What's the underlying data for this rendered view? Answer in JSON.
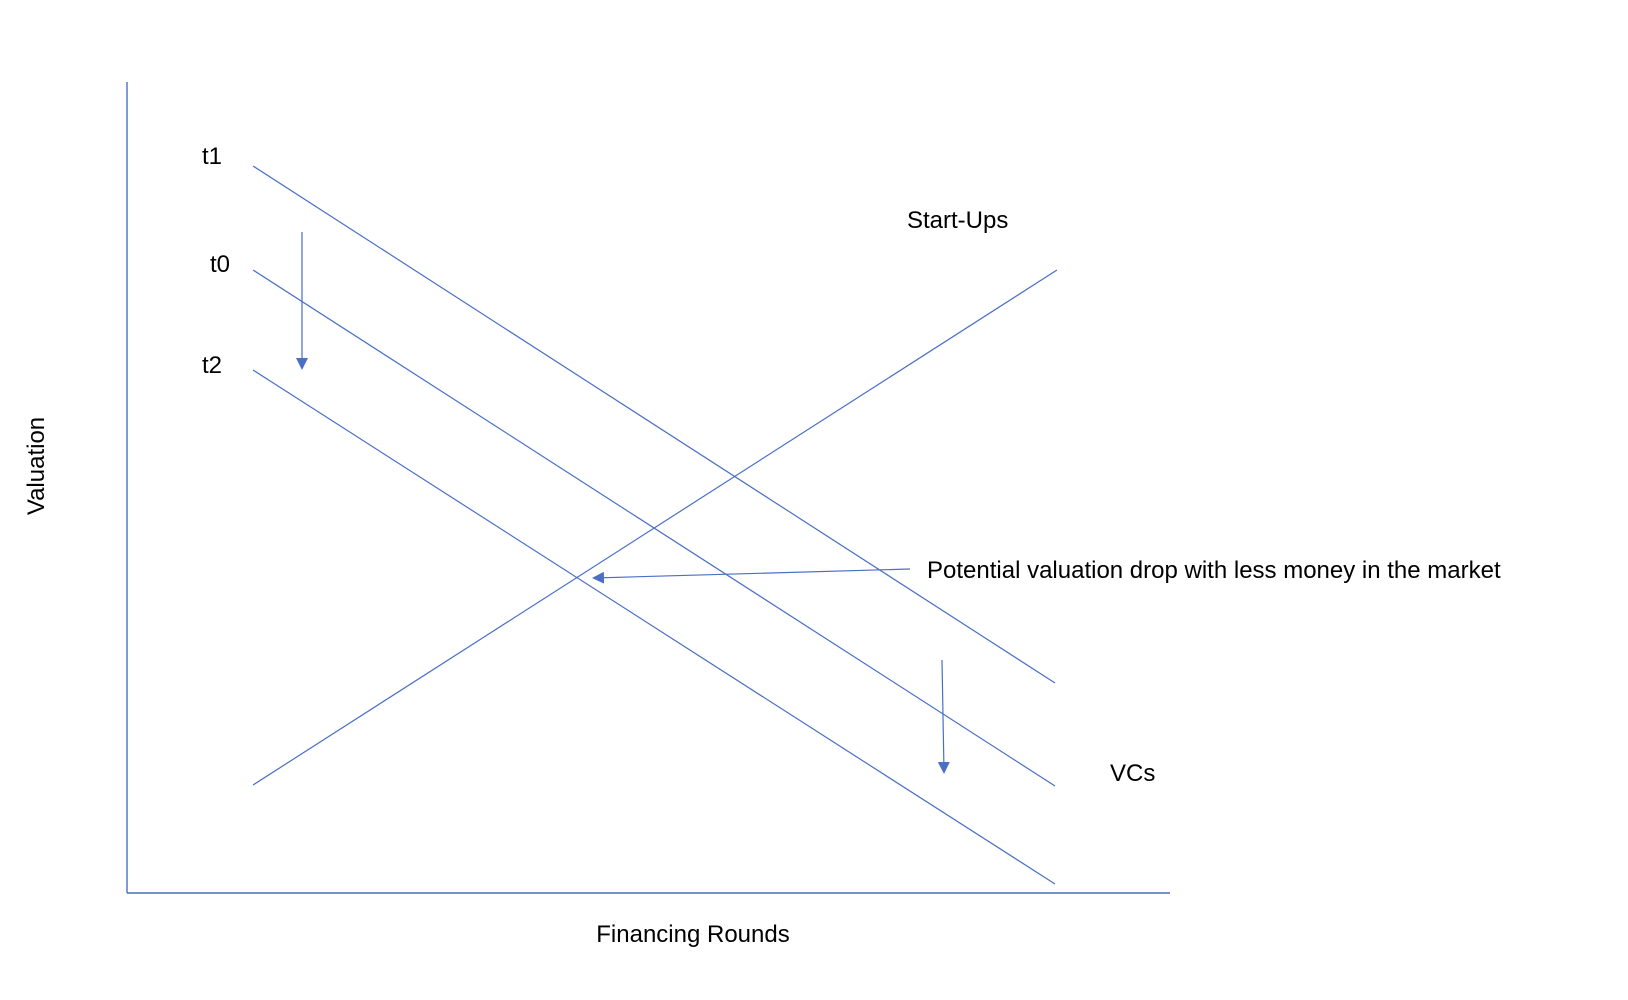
{
  "diagram": {
    "axis_x_label": "Financing Rounds",
    "axis_y_label": "Valuation",
    "curve_labels": {
      "t1": "t1",
      "t0": "t0",
      "t2": "t2",
      "startups": "Start-Ups",
      "vcs": "VCs"
    },
    "annotation": "Potential valuation drop with less money in the market"
  },
  "colors": {
    "line": "#4a6fc4",
    "arrow": "#4a6fc4",
    "text": "#000000",
    "background": "#ffffff"
  }
}
